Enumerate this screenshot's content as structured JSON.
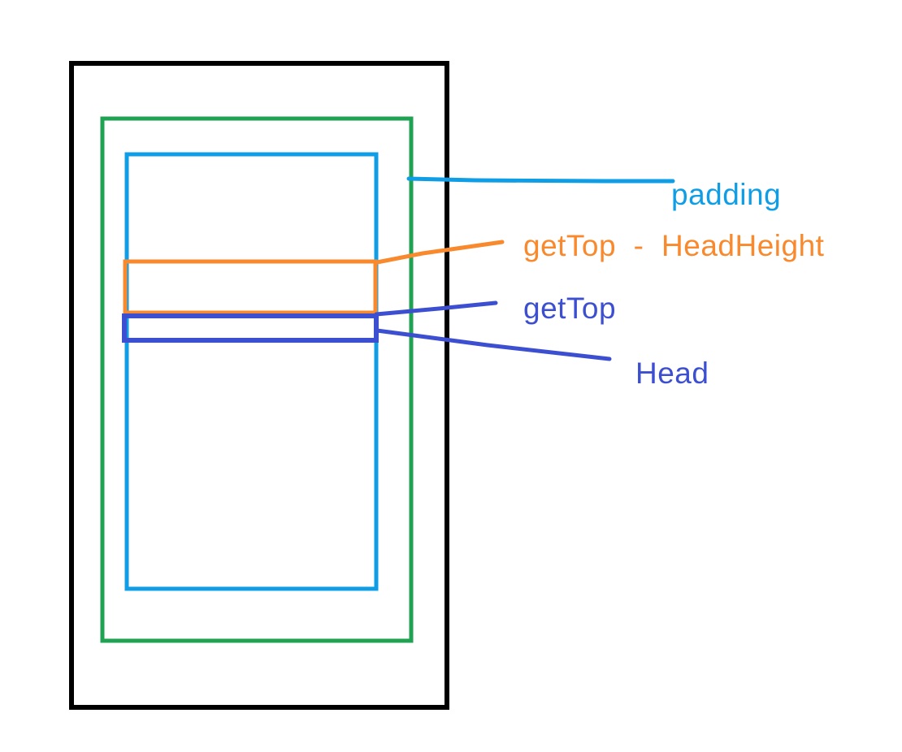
{
  "diagram": {
    "labels": {
      "padding": "padding",
      "offset": "getTop  -  HeadHeight",
      "get_top": "getTop",
      "head": "Head"
    },
    "colors": {
      "outer": "#000000",
      "middle": "#1fa251",
      "inner": "#0f9ee6",
      "offset": "#f9892d",
      "head": "#3d4fd1",
      "padding_text": "#0f9ee6",
      "offset_text": "#f9892d",
      "get_top_text": "#3d4fd1",
      "head_text": "#3d4fd1"
    }
  }
}
